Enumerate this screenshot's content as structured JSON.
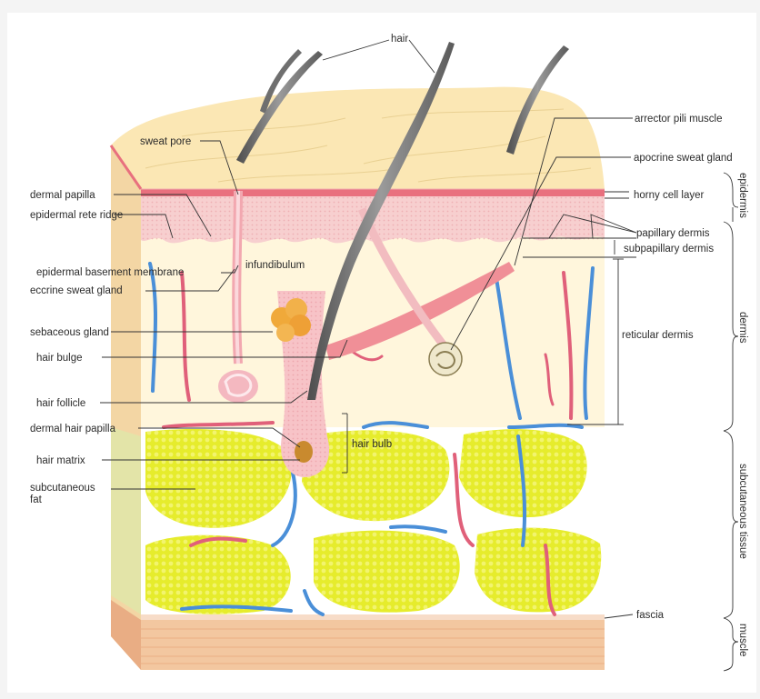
{
  "labels": {
    "hair": "hair",
    "arrector_pili_muscle": "arrector pili muscle",
    "sweat_pore": "sweat pore",
    "apocrine_sweat_gland": "apocrine sweat gland",
    "dermal_papilla": "dermal papilla",
    "epidermal_rete_ridge": "epidermal rete ridge",
    "horny_cell_layer": "horny cell layer",
    "papillary_dermis": "papillary dermis",
    "subpapillary_dermis": "subpapillary dermis",
    "infundibulum": "infundibulum",
    "epidermal_basement_membrane": "epidermal basement membrane",
    "eccrine_sweat_gland": "eccrine sweat gland",
    "sebaceous_gland": "sebaceous gland",
    "reticular_dermis": "reticular dermis",
    "hair_bulge": "hair bulge",
    "hair_follicle": "hair follicle",
    "dermal_hair_papilla": "dermal hair papilla",
    "hair_bulb": "hair bulb",
    "hair_matrix": "hair matrix",
    "subcutaneous_fat_1": "subcutaneous",
    "subcutaneous_fat_2": "fat",
    "fascia": "fascia"
  },
  "layers": {
    "epidermis": "epidermis",
    "dermis": "dermis",
    "subcutaneous_tissue": "subcutaneous tissue",
    "muscle": "muscle"
  },
  "colors": {
    "epidermis_top": "#fbe7b4",
    "dermis": "#fff6dc",
    "papillary": "#f6c9c9",
    "fat": "#e5ec2a",
    "fat_light": "#f0f36a",
    "muscle": "#f3c7a0",
    "vessel_red": "#e0607a",
    "vessel_blue": "#4a8fd8",
    "hair": "#6f6f6f",
    "gland": "#f0a93a"
  }
}
